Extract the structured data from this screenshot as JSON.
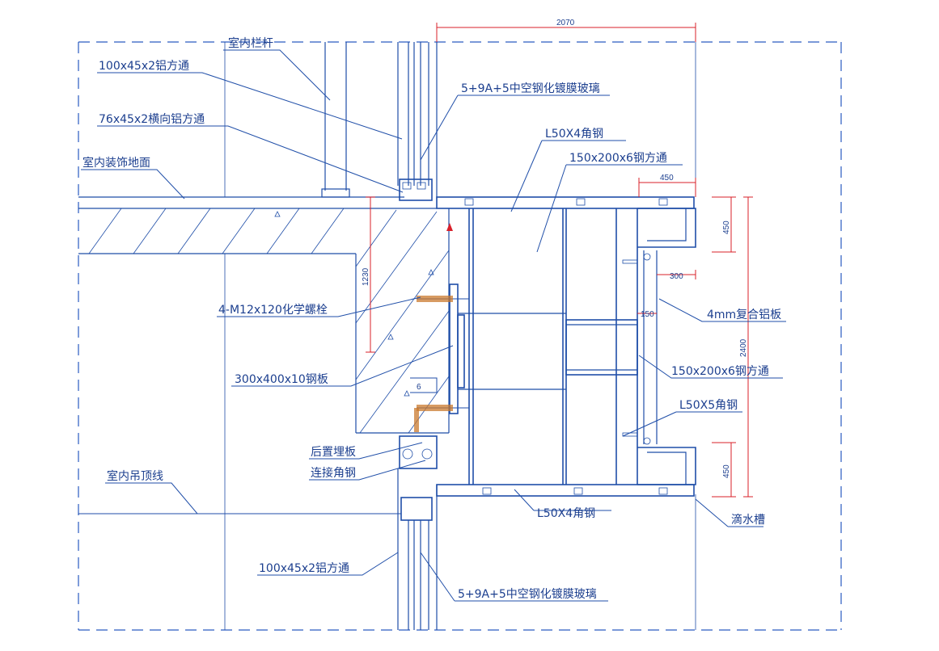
{
  "labels": {
    "indoor_railing": "室内栏杆",
    "alu_tube_100_top": "100x45x2铝方通",
    "glass_top": "5+9A+5中空钢化镀膜玻璃",
    "alu_tube_76": "76x45x2横向铝方通",
    "angle_l50x4_top": "L50X4角钢",
    "indoor_floor": "室内装饰地面",
    "steel_tube_150_top": "150x200x6钢方通",
    "chemical_bolt": "4-M12x120化学螺栓",
    "composite_panel": "4mm复合铝板",
    "steel_plate": "300x400x10钢板",
    "steel_tube_150_right": "150x200x6钢方通",
    "angle_l50x5": "L50X5角钢",
    "embedded_plate": "后置埋板",
    "connect_angle": "连接角钢",
    "ceiling_line": "室内吊顶线",
    "angle_l50x4_bottom": "L50X4角钢",
    "drip_groove": "滴水槽",
    "alu_tube_100_bottom": "100x45x2铝方通",
    "glass_bottom": "5+9A+5中空钢化镀膜玻璃"
  },
  "dimensions": {
    "top_width": "2070",
    "top_return": "450",
    "right_offset": "300",
    "inner_offset": "150",
    "slab_height": "1230",
    "upper_450": "450",
    "total_height": "2400",
    "lower_450": "450",
    "weld_symbol": "6"
  },
  "colors": {
    "line": "#1f4ea8",
    "dimension": "#d8202a",
    "bolt": "#c97a2e"
  }
}
